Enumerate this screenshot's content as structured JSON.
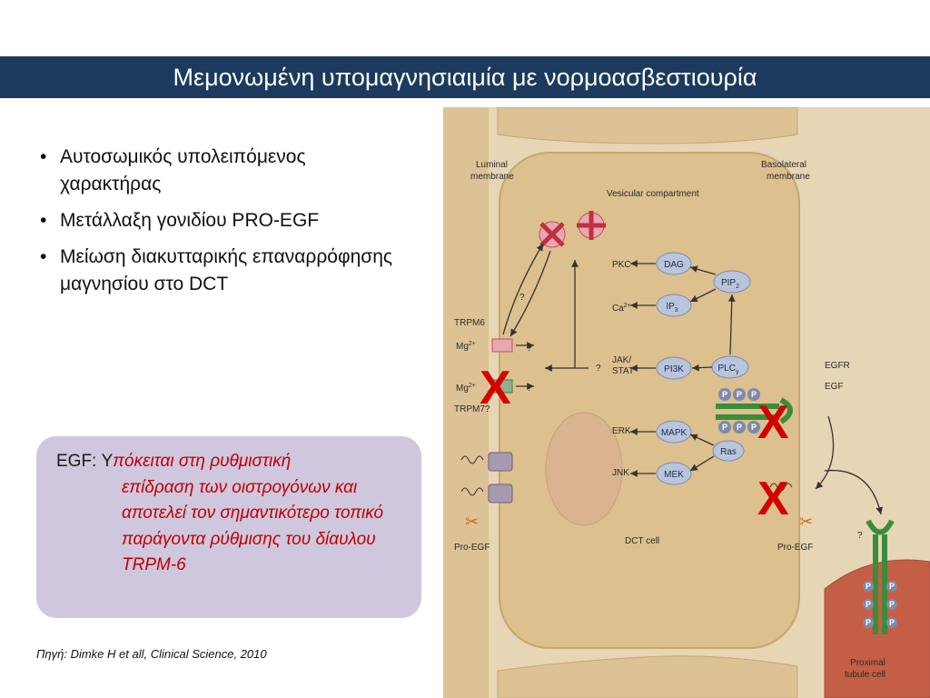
{
  "slide": {
    "title": "Μεμονωμένη υπομαγνησιαιμία με νορμοασβεστιουρία",
    "bullets": [
      "Αυτοσωμικός υπολειπόμενος χαρακτήρας",
      "Μετάλλαξη γονιδίου  PRO-EGF",
      "Μείωση διακυτταρικής επαναρρόφησης μαγνησίου στο DCT"
    ],
    "box": {
      "lead": "EGF: Υ",
      "first_line": "πόκειται στη ρυθμιστική",
      "rest": "επίδραση των οιστρογόνων και αποτελεί τον σημαντικότερο τοπικό παράγοντα ρύθμισης του δίαυλου TRPM-6"
    },
    "source": "Πηγή: Dimke H et all, Clinical Science, 2010"
  },
  "diagram": {
    "labels": {
      "luminal": "Luminal",
      "membrane": "membrane",
      "basolateral": "Basolateral",
      "basolateral_membrane": "membrane",
      "vesicular": "Vesicular compartment",
      "trpm6": "TRPM6",
      "trpm7": "TRPM7?",
      "mg_top": "Mg",
      "mg_bottom": "Mg",
      "mg_charge": "2+",
      "ca": "Ca",
      "ca_charge": "2+",
      "pkc": "PKC",
      "jak": "JAK/",
      "stat": "STAT",
      "erk": "ERK",
      "jnk": "JNK",
      "egfr": "EGFR",
      "egf": "EGF",
      "dct_cell": "DCT cell",
      "pro_egf_left": "Pro-EGF",
      "pro_egf_right": "Pro-EGF",
      "proximal": "Proximal",
      "tubule_cell": "tubule cell",
      "q": "?"
    },
    "nodes": {
      "dag": "DAG",
      "ip3": "IP",
      "ip3_sub": "3",
      "pip2": "PIP",
      "pip2_sub": "2",
      "pi3k": "PI3K",
      "plc": "PLC",
      "plc_sub": "γ",
      "mapk": "MAPK",
      "mek": "MEK",
      "ras": "Ras",
      "p": "P"
    },
    "marks": {
      "x": "X"
    },
    "colors": {
      "cell": "#dfc08e",
      "cell_edge": "#c9a66a",
      "node": "#b9c4dd",
      "receptor": "#3b8c3b",
      "cross": "#d40000",
      "proximal": "#c45f46"
    }
  }
}
